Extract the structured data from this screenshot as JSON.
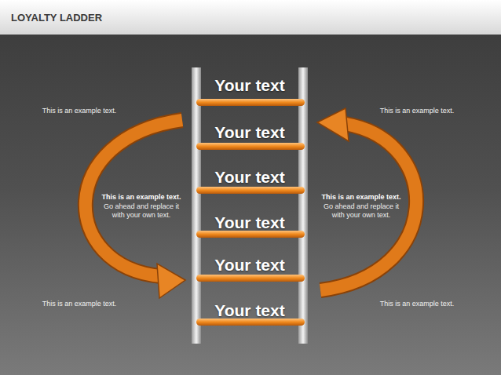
{
  "diagram": {
    "title": "LOYALTY LADDER",
    "labels": [
      "This is an example text.",
      "This is an example text.",
      "Your text",
      "Your text",
      "Your text",
      "Your text",
      "Your text",
      "Your text",
      "This is an example text.",
      "Go ahead and replace it with your own text.",
      "This is an example text.",
      "Go ahead and replace it with your own text.",
      "This is an example text.",
      "This is an example text."
    ]
  }
}
